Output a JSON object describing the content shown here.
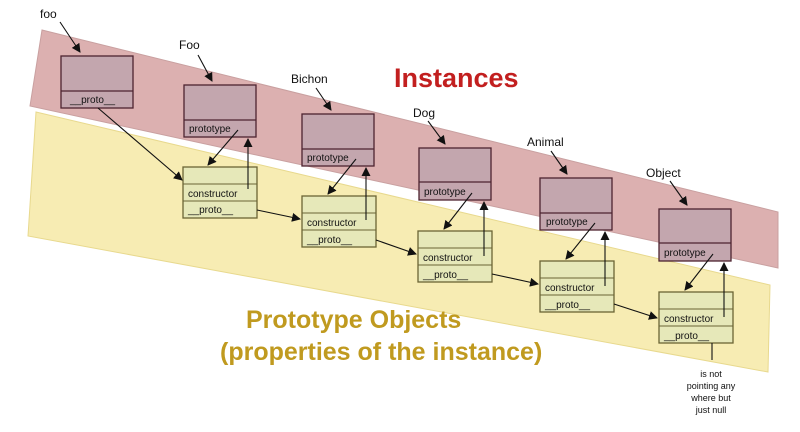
{
  "colors": {
    "instances_band": "#dcb0b0",
    "prototype_band": "#f7ecb3",
    "instance_box": "#c3a6ae",
    "proto_box": "#e6e8b9",
    "box_border": "#4d2430",
    "proto_border": "#6b6435",
    "heading_red": "#c21f1f",
    "heading_gold": "#c09a1f"
  },
  "headings": {
    "instances": "Instances",
    "prototype_line1": "Prototype Objects",
    "prototype_line2": "(properties of the instance)"
  },
  "nodes": {
    "foo": {
      "name": "foo",
      "slot": "__proto__"
    },
    "Foo": {
      "name": "Foo",
      "slot": "prototype"
    },
    "Bichon": {
      "name": "Bichon",
      "slot": "prototype"
    },
    "Dog": {
      "name": "Dog",
      "slot": "prototype"
    },
    "Animal": {
      "name": "Animal",
      "slot": "prototype"
    },
    "Object": {
      "name": "Object",
      "slot": "prototype"
    }
  },
  "proto_objects": {
    "constructor_label": "constructor",
    "proto_label": "__proto__"
  },
  "note": {
    "line1": "is not",
    "line2": "pointing any",
    "line3": "where but",
    "line4": "just null"
  }
}
